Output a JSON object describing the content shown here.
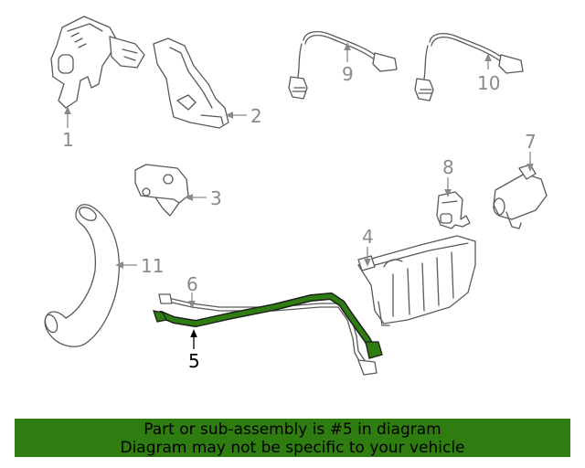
{
  "callouts": {
    "c1": "1",
    "c2": "2",
    "c3": "3",
    "c4": "4",
    "c5": "5",
    "c6": "6",
    "c7": "7",
    "c8": "8",
    "c9": "9",
    "c10": "10",
    "c11": "11"
  },
  "highlight_color": "#2f7d10",
  "banner": {
    "line1": "Part or sub-assembly is #5 in diagram",
    "line2": "Diagram may not be specific to your vehicle"
  }
}
